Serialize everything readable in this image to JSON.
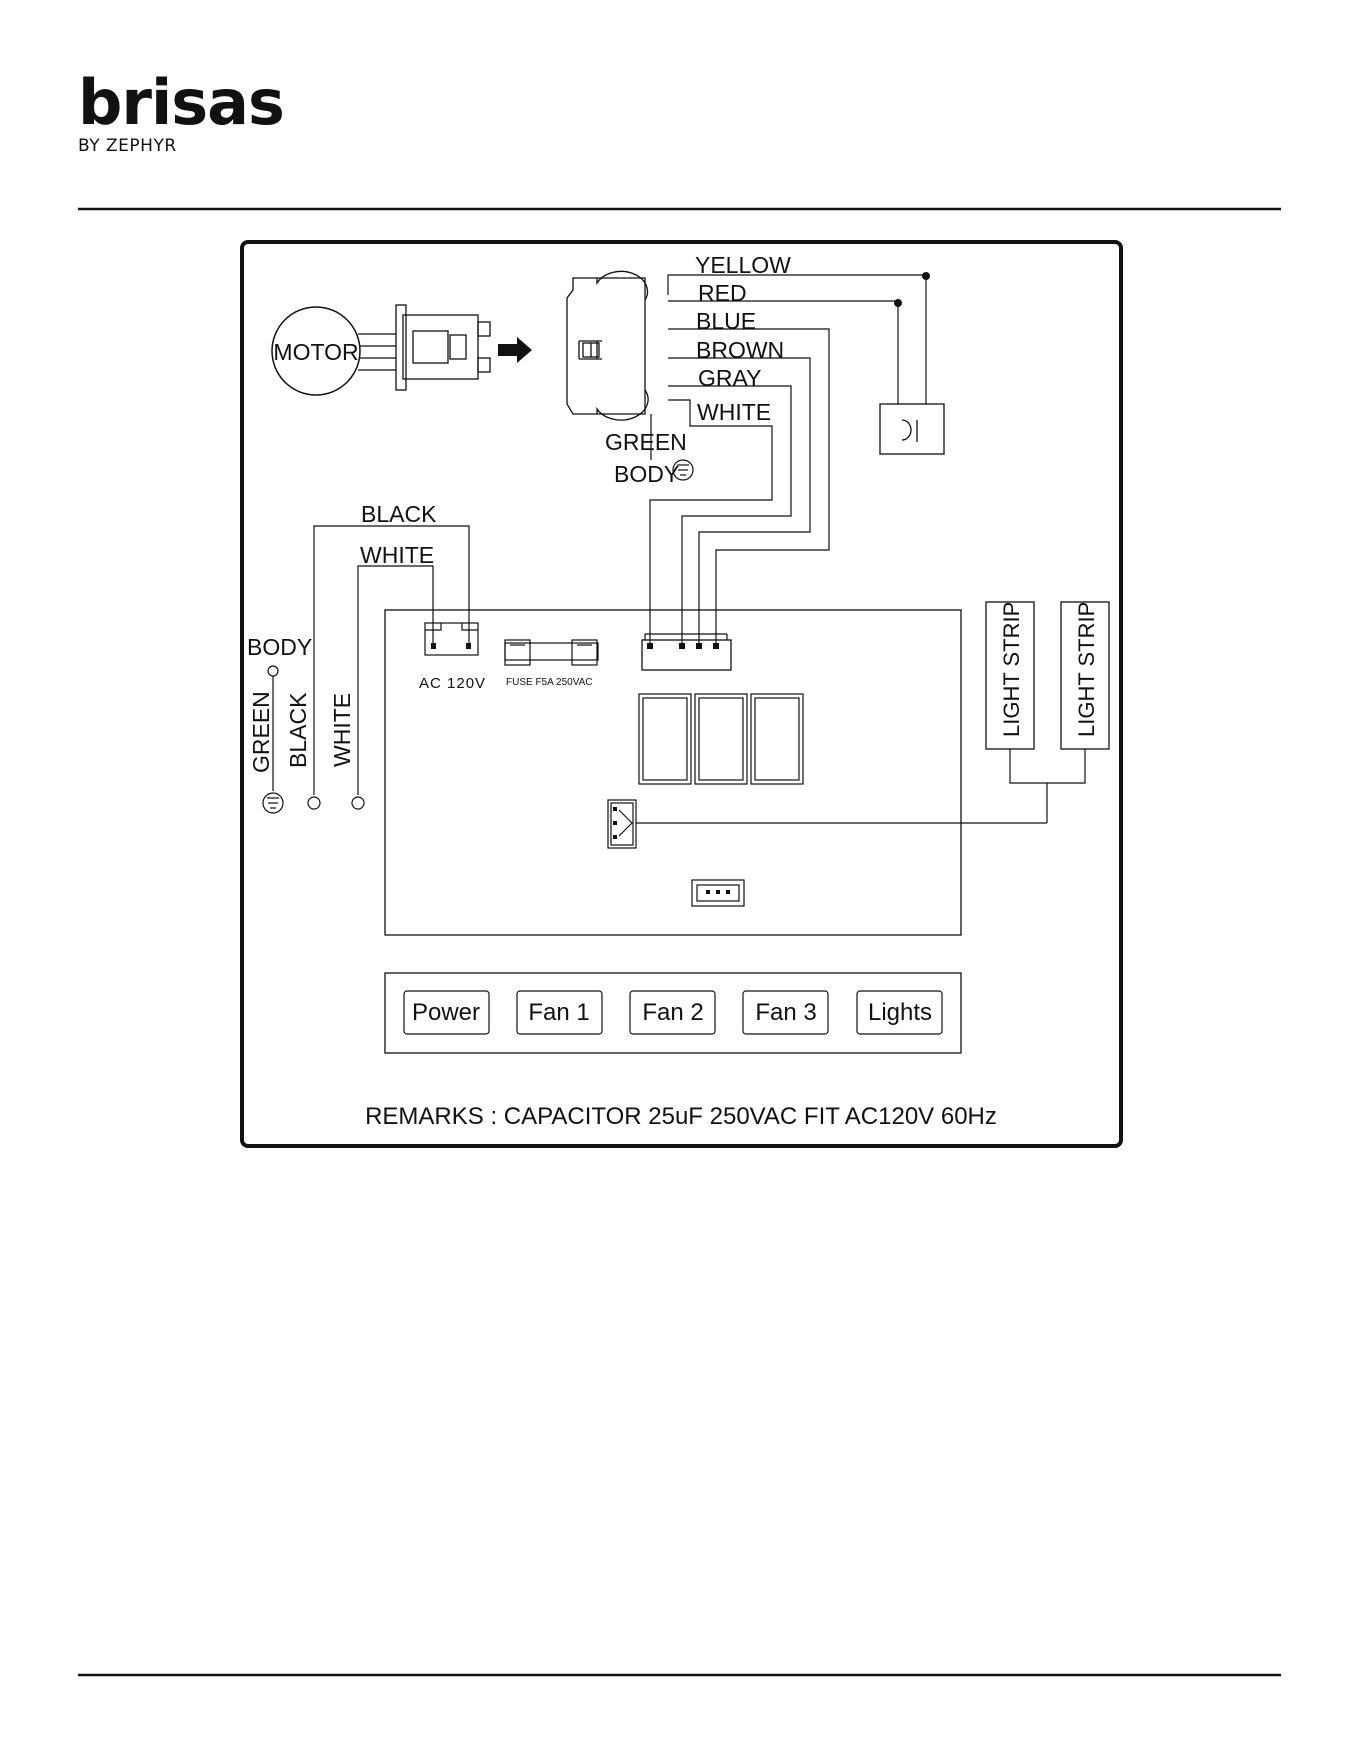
{
  "brand": {
    "name": "brisas",
    "sub": "BY ZEPHYR"
  },
  "diagram": {
    "motor": "MOTOR",
    "wires_top": [
      "YELLOW",
      "RED",
      "BLUE",
      "BROWN",
      "GRAY",
      "WHITE"
    ],
    "green": "GREEN",
    "body": "BODY",
    "black": "BLACK",
    "white": "WHITE",
    "body_left": "BODY",
    "supply_labels": [
      "GREEN",
      "BLACK",
      "WHITE"
    ],
    "ac": "AC  120V",
    "fuse": "FUSE  F5A  250VAC",
    "light_strip_1": "LIGHT STRIP",
    "light_strip_2": "LIGHT STRIP",
    "buttons": [
      "Power",
      "Fan 1",
      "Fan 2",
      "Fan 3",
      "Lights"
    ],
    "remarks": "REMARKS : CAPACITOR 25uF  250VAC FIT AC120V 60Hz"
  }
}
